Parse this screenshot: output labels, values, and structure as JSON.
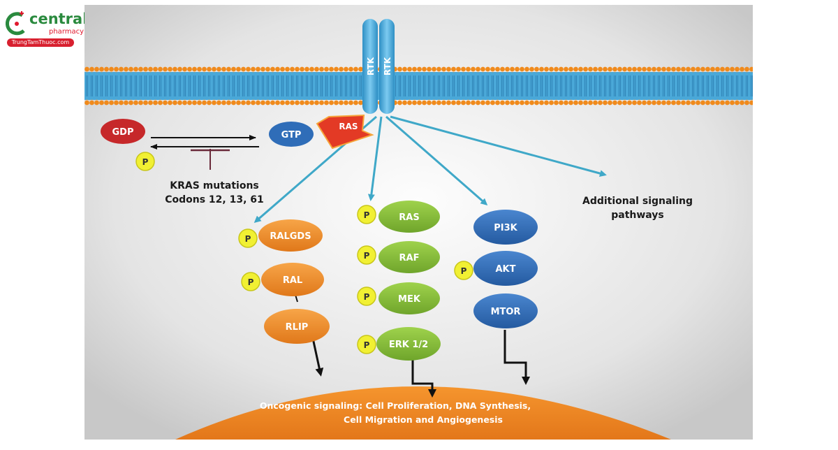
{
  "logo": {
    "brand": "central",
    "sub": "pharmacy",
    "url": "TrungTamThuoc.com"
  },
  "receptor": {
    "label_left": "RTK",
    "label_right": "RTK"
  },
  "ras_cycle": {
    "gdp": "GDP",
    "gtp": "GTP",
    "ras": "RAS",
    "phosphate": "P",
    "mutation_line1": "KRAS mutations",
    "mutation_line2": "Codons 12, 13, 61"
  },
  "pathway_ral": {
    "nodes": [
      "RALGDS",
      "RAL",
      "RLIP"
    ],
    "phosphate": "P"
  },
  "pathway_mapk": {
    "nodes": [
      "RAS",
      "RAF",
      "MEK",
      "ERK 1/2"
    ],
    "phosphate": "P"
  },
  "pathway_pi3k": {
    "nodes": [
      "PI3K",
      "AKT",
      "MTOR"
    ],
    "phosphate": "P"
  },
  "additional": {
    "line1": "Additional signaling",
    "line2": "pathways"
  },
  "nucleus": {
    "line1": "Oncogenic signaling: Cell Proliferation, DNA Synthesis,",
    "line2": "Cell Migration and  Angiogenesis"
  },
  "colors": {
    "membrane": "#4aa8d8",
    "lipid_head": "#f08a1c",
    "orange_node": "#f08a22",
    "green_node": "#84bd34",
    "blue_node": "#2f6db8",
    "gdp": "#c6282a",
    "phosphate": "#f1f033",
    "arrow": "#3fa8c8"
  }
}
